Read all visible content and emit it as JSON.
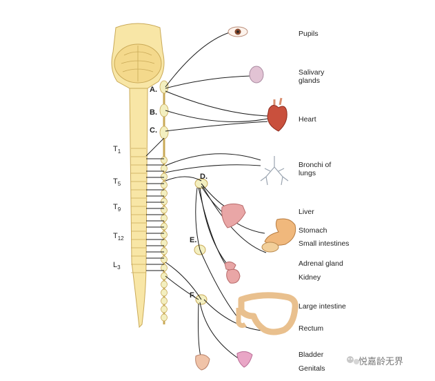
{
  "organs": [
    {
      "key": "pupils",
      "label": "Pupils"
    },
    {
      "key": "salivary",
      "label": "Salivary\nglands"
    },
    {
      "key": "heart",
      "label": "Heart"
    },
    {
      "key": "bronchi",
      "label": "Bronchi of\nlungs"
    },
    {
      "key": "liver",
      "label": "Liver"
    },
    {
      "key": "stomach",
      "label": "Stomach"
    },
    {
      "key": "small_intestines",
      "label": "Small intestines"
    },
    {
      "key": "adrenal",
      "label": "Adrenal gland"
    },
    {
      "key": "kidney",
      "label": "Kidney"
    },
    {
      "key": "large_intestine",
      "label": "Large intestine"
    },
    {
      "key": "rectum",
      "label": "Rectum"
    },
    {
      "key": "bladder",
      "label": "Bladder"
    },
    {
      "key": "genitals",
      "label": "Genitals"
    }
  ],
  "chain_labels": [
    "A.",
    "B.",
    "C.",
    "D.",
    "E.",
    "F."
  ],
  "spinal_levels": {
    "t1": {
      "main": "T",
      "sub": "1"
    },
    "t5": {
      "main": "T",
      "sub": "5"
    },
    "t9": {
      "main": "T",
      "sub": "9"
    },
    "t12": {
      "main": "T",
      "sub": "12"
    },
    "l3": {
      "main": "L",
      "sub": "3"
    }
  },
  "watermark": "悦嘉龄无界",
  "colors": {
    "spine_fill": "#f8e6a6",
    "spine_stroke": "#c9a957",
    "ganglion": "#f3efc0",
    "nerve": "#1a1a1a",
    "organ_pink": "#e9a6a6",
    "heart": "#c9503d"
  }
}
